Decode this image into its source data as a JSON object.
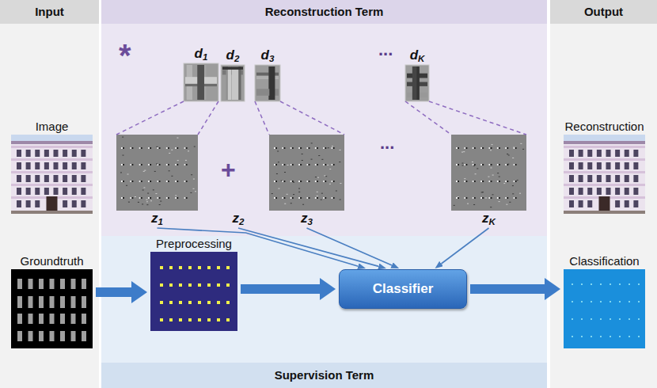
{
  "diagram": {
    "nodes": [
      {
        "text": [
          "Input"
        ]
      },
      {
        "text": [
          "Reconstruction Term"
        ]
      },
      {
        "text": [
          "Output"
        ]
      },
      {
        "text": [
          "d1"
        ]
      },
      {
        "text": [
          "d2"
        ]
      },
      {
        "text": [
          "d3"
        ]
      },
      {
        "text": [
          "dK"
        ]
      },
      {
        "text": [
          "Image"
        ]
      },
      {
        "text": [
          "z1"
        ]
      },
      {
        "text": [
          "z2"
        ]
      },
      {
        "text": [
          "z3"
        ]
      },
      {
        "text": [
          "zK"
        ]
      },
      {
        "text": [
          "Reconstruction"
        ]
      },
      {
        "text": [
          "Groundtruth"
        ]
      },
      {
        "text": [
          "Preprocessing"
        ]
      },
      {
        "text": [
          "Classifier"
        ]
      },
      {
        "text": [
          "Classification"
        ]
      },
      {
        "text": [
          "Supervision Term"
        ]
      }
    ],
    "edges": [
      {
        "from": 3,
        "to": 8,
        "arrow": "none"
      },
      {
        "from": 5,
        "to": 10,
        "arrow": "none"
      },
      {
        "from": 6,
        "to": 11,
        "arrow": "none"
      },
      {
        "from": 8,
        "to": 15,
        "arrow": "to"
      },
      {
        "from": 9,
        "to": 15,
        "arrow": "to"
      },
      {
        "from": 10,
        "to": 15,
        "arrow": "to"
      },
      {
        "from": 11,
        "to": 15,
        "arrow": "to"
      },
      {
        "from": 13,
        "to": 14,
        "arrow": "to"
      },
      {
        "from": 14,
        "to": 15,
        "arrow": "to"
      },
      {
        "from": 15,
        "to": 16,
        "arrow": "to"
      }
    ],
    "labels": [
      "*",
      "+",
      "...",
      "..."
    ]
  }
}
